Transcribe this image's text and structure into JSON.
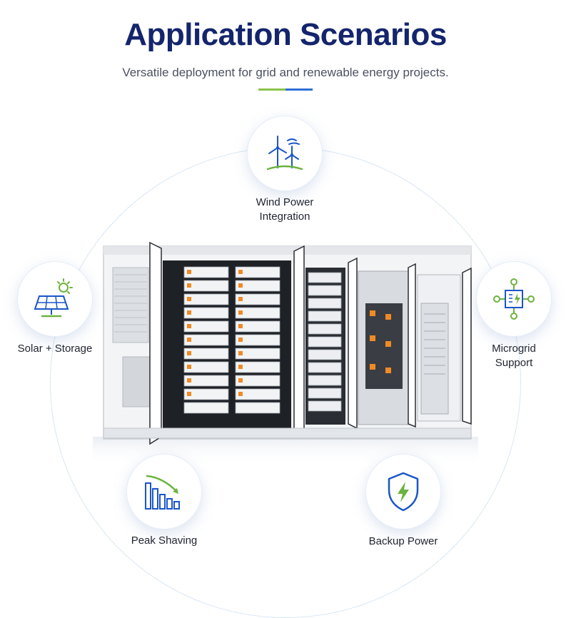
{
  "header": {
    "title": "Application Scenarios",
    "subtitle": "Versatile deployment for grid and renewable energy projects."
  },
  "colors": {
    "title": "#14256d",
    "accent_green": "#8bc34a",
    "accent_blue": "#2f6fd6",
    "icon_blue": "#1a56c8",
    "icon_green": "#6cb33f"
  },
  "scenarios": [
    {
      "label_line1": "Wind Power",
      "label_line2": "Integration",
      "icon": "wind-turbine-icon"
    },
    {
      "label_line1": "Solar + Storage",
      "label_line2": "",
      "icon": "solar-panel-icon"
    },
    {
      "label_line1": "Microgrid",
      "label_line2": "Support",
      "icon": "microgrid-icon"
    },
    {
      "label_line1": "Peak Shaving",
      "label_line2": "",
      "icon": "peak-shaving-chart-icon"
    },
    {
      "label_line1": "Backup Power",
      "label_line2": "",
      "icon": "shield-lightning-icon"
    }
  ]
}
